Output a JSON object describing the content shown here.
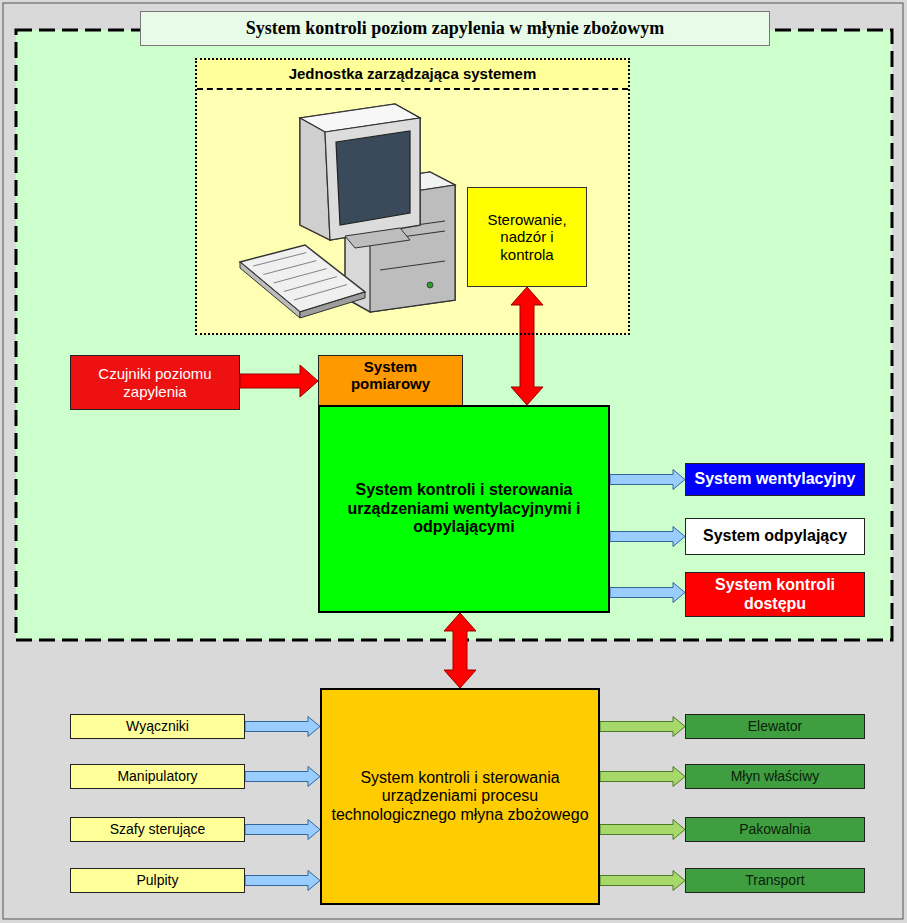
{
  "diagram": {
    "title": "System kontroli poziom zapylenia w młynie zbożowym",
    "nodes": [
      {
        "text": [
          "Jednostka zarządzająca systemem"
        ]
      },
      {
        "text": [
          "Sterowanie, nadzór i kontrola"
        ],
        "in": 0
      },
      {
        "text": [
          "Czujniki poziomu zapylenia"
        ]
      },
      {
        "text": [
          "System pomiarowy"
        ]
      },
      {
        "text": [
          "System kontroli i sterowania urządzeniami wentylacyjnymi i odpylającymi"
        ]
      },
      {
        "text": [
          "System wentylacyjny"
        ]
      },
      {
        "text": [
          "System odpylający"
        ]
      },
      {
        "text": [
          "System kontroli dostępu"
        ]
      },
      {
        "text": [
          "System kontroli i sterowania urządzeniami procesu technologicznego młyna zbożowego"
        ]
      },
      {
        "text": [
          "Wyączniki"
        ]
      },
      {
        "text": [
          "Manipulatory"
        ]
      },
      {
        "text": [
          "Szafy sterujące"
        ]
      },
      {
        "text": [
          "Pulpity"
        ]
      },
      {
        "text": [
          "Elewator"
        ]
      },
      {
        "text": [
          "Młyn właściwy"
        ]
      },
      {
        "text": [
          "Pakowalnia"
        ]
      },
      {
        "text": [
          "Transport"
        ]
      }
    ],
    "edges": [
      {
        "from": 1,
        "to": 4,
        "arrow": "both"
      },
      {
        "from": 2,
        "to": 3,
        "arrow": "to"
      },
      {
        "from": 4,
        "to": 5,
        "arrow": "to"
      },
      {
        "from": 4,
        "to": 6,
        "arrow": "to"
      },
      {
        "from": 4,
        "to": 7,
        "arrow": "to"
      },
      {
        "from": 4,
        "to": 8,
        "arrow": "both"
      },
      {
        "from": 9,
        "to": 8,
        "arrow": "to"
      },
      {
        "from": 10,
        "to": 8,
        "arrow": "to"
      },
      {
        "from": 11,
        "to": 8,
        "arrow": "to"
      },
      {
        "from": 12,
        "to": 8,
        "arrow": "to"
      },
      {
        "from": 8,
        "to": 13,
        "arrow": "to"
      },
      {
        "from": 8,
        "to": 14,
        "arrow": "to"
      },
      {
        "from": 8,
        "to": 15,
        "arrow": "to"
      },
      {
        "from": 8,
        "to": 16,
        "arrow": "to"
      }
    ]
  }
}
